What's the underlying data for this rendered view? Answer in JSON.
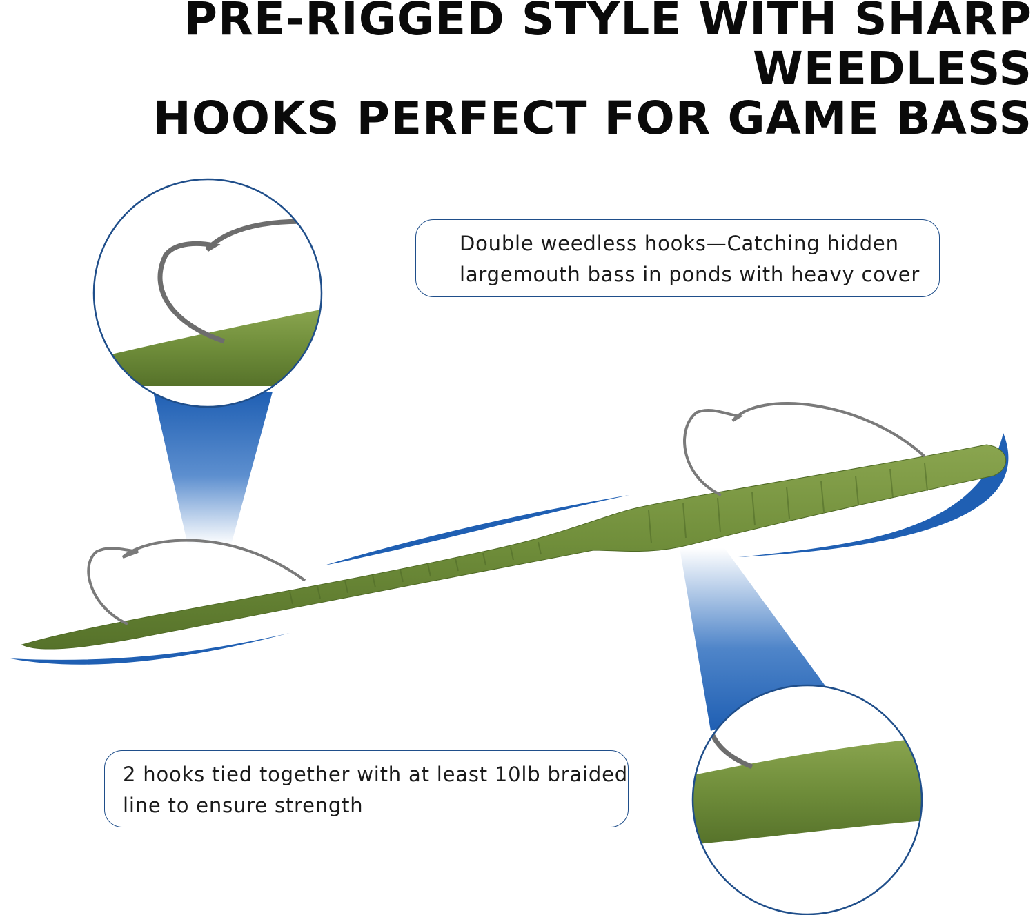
{
  "headline": {
    "line1": "PRE-RIGGED STYLE WITH SHARP WEEDLESS",
    "line2": "HOOKS PERFECT FOR GAME BASS"
  },
  "callouts": {
    "top": {
      "line1": "Double weedless hooks—Catching hidden",
      "line2": "largemouth bass in ponds with heavy cover"
    },
    "bottom": {
      "line1": "2 hooks tied together with at least 10lb braided",
      "line2": "line to ensure strength"
    }
  },
  "colors": {
    "accent_blue": "#1f5fb3",
    "outline_blue": "#1f4e8a",
    "worm_green": "#6f8d3a",
    "hook_gray": "#7a7a7a"
  }
}
